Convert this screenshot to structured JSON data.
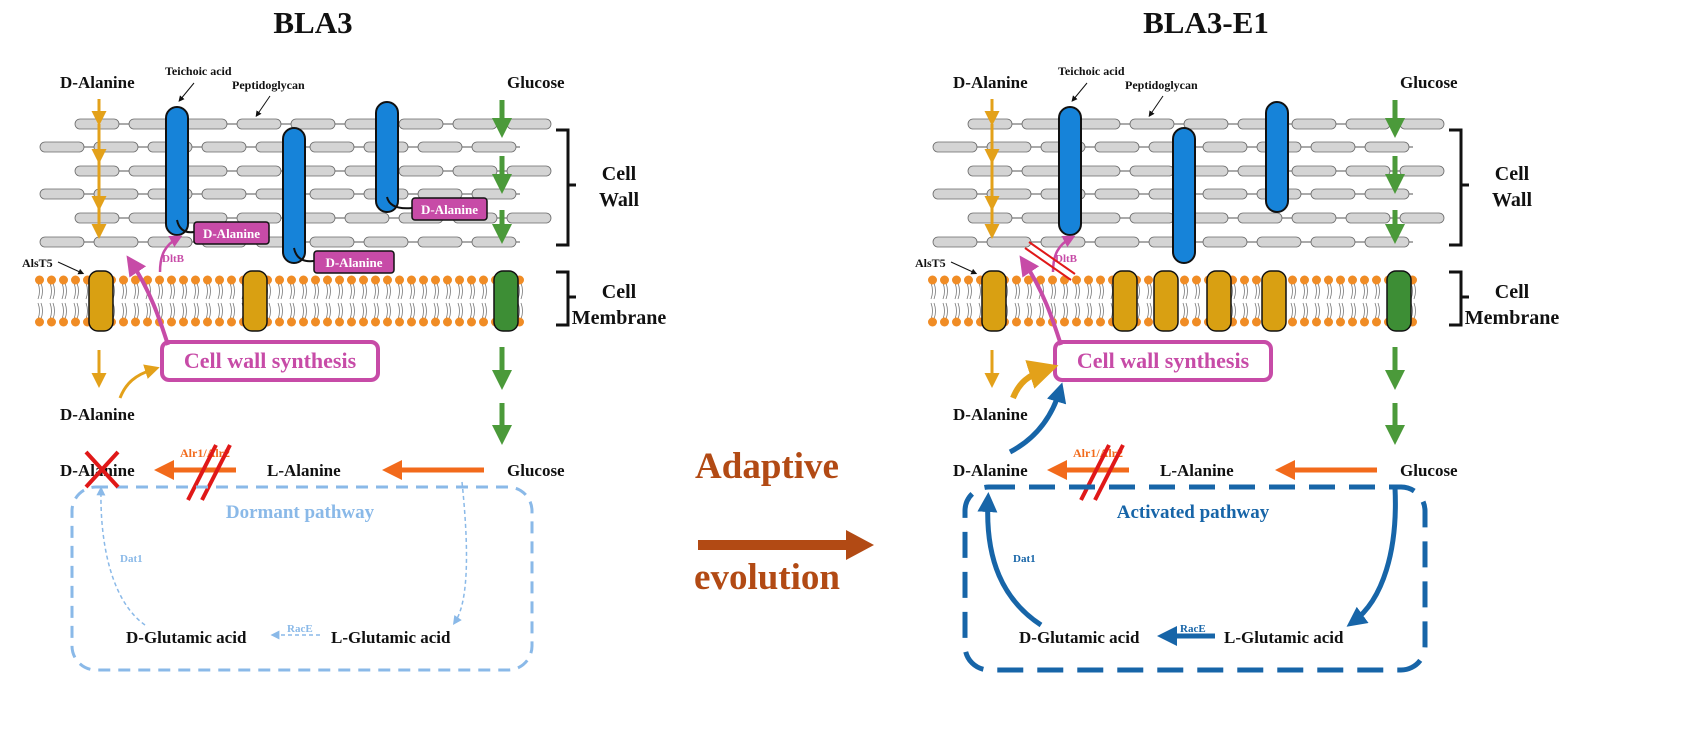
{
  "panels": {
    "left": {
      "title": "BLA3",
      "d_alanine_top": "D-Alanine",
      "teichoic_acid": "Teichoic acid",
      "peptidoglycan": "Peptidoglycan",
      "glucose_top": "Glucose",
      "cell_wall": [
        "Cell",
        "Wall"
      ],
      "cell_membrane": [
        "Cell",
        "Membrane"
      ],
      "alst5": "AlsT5",
      "dltb": "DltB",
      "d_alanine_tags": [
        "D-Alanine",
        "D-Alanine",
        "D-Alanine"
      ],
      "cell_wall_synthesis": "Cell wall synthesis",
      "d_alanine_mid": "D-Alanine",
      "d_alanine_bottom": "D-Alanine",
      "alr1_alr2": "Alr1/Alr2",
      "l_alanine": "L-Alanine",
      "glucose_bottom": "Glucose",
      "pathway_label": "Dormant pathway",
      "dat1": "Dat1",
      "racE": "RacE",
      "d_glutamic": "D-Glutamic acid",
      "l_glutamic": "L-Glutamic acid"
    },
    "right": {
      "title": "BLA3-E1",
      "d_alanine_top": "D-Alanine",
      "teichoic_acid": "Teichoic acid",
      "peptidoglycan": "Peptidoglycan",
      "glucose_top": "Glucose",
      "cell_wall": [
        "Cell",
        "Wall"
      ],
      "cell_membrane": [
        "Cell",
        "Membrane"
      ],
      "alst5": "AlsT5",
      "dltb": "DltB",
      "cell_wall_synthesis": "Cell wall synthesis",
      "d_alanine_mid": "D-Alanine",
      "d_alanine_bottom": "D-Alanine",
      "alr1_alr2": "Alr1/Alr2",
      "l_alanine": "L-Alanine",
      "glucose_bottom": "Glucose",
      "pathway_label": "Activated pathway",
      "dat1": "Dat1",
      "racE": "RacE",
      "d_glutamic": "D-Glutamic acid",
      "l_glutamic": "L-Glutamic acid"
    }
  },
  "center": {
    "line1": "Adaptive",
    "line2": "evolution"
  },
  "colors": {
    "orange_arrow": "#e3a11a",
    "green_arrow": "#4b9a3a",
    "magenta": "#c74ba7",
    "blue_pillar": "#1683d9",
    "red_cross": "#e01818",
    "alr_orange": "#f26a1b",
    "dormant_blue": "#8ab9e8",
    "active_blue": "#1765a8",
    "evolution_brown": "#b24a14",
    "membrane_orange": "#f08c25",
    "membrane_protein_orange": "#d9a012",
    "membrane_protein_green": "#3d8e35"
  }
}
